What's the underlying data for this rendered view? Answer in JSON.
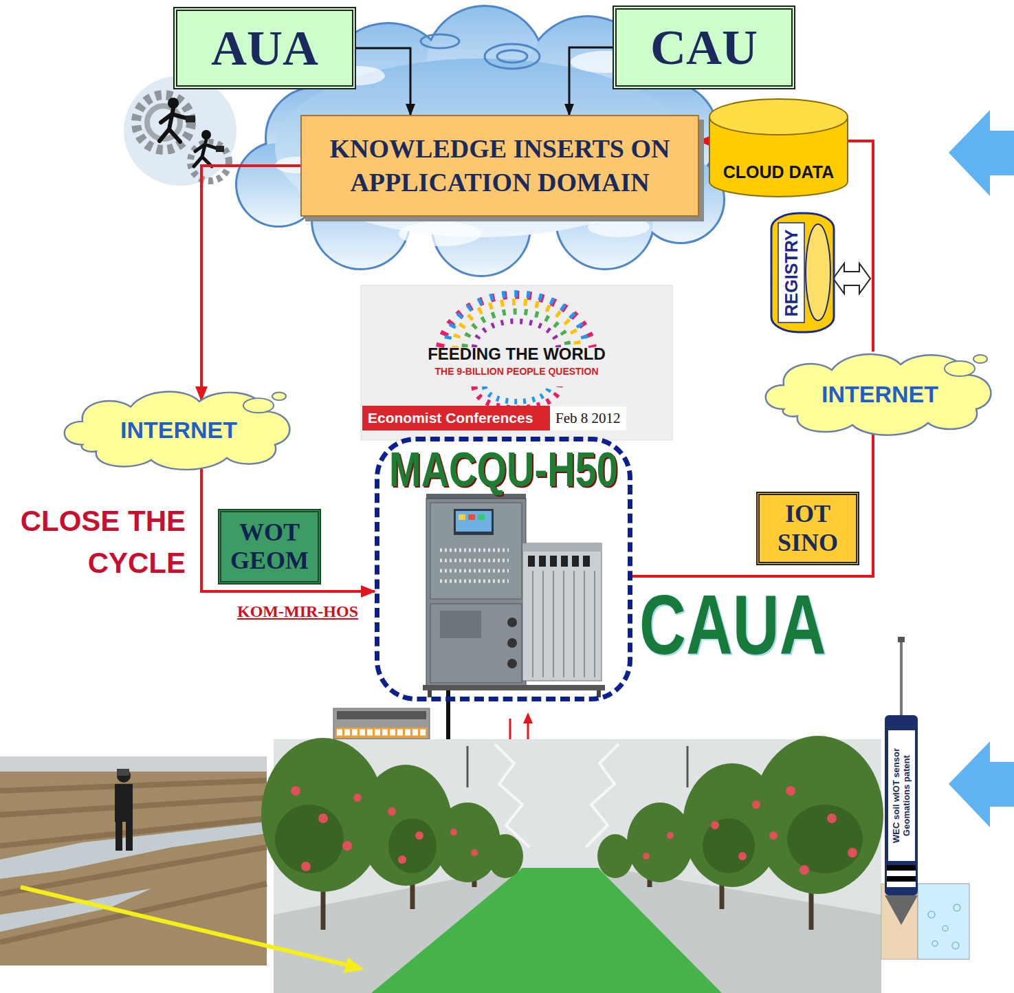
{
  "diagram": {
    "nodes": [
      {
        "text": [
          "AUA"
        ]
      },
      {
        "text": [
          "CAU"
        ]
      },
      {
        "text": [
          "KNOWLEDGE INSERTS ON APPLICATION DOMAIN"
        ]
      },
      {
        "text": [
          "CLOUD DATA"
        ]
      },
      {
        "text": [
          "REGISTRY"
        ]
      },
      {
        "text": [
          "FEEDING THE WORLD",
          "THE 9-BILLION PEOPLE QUESTION",
          "Economist Conferences",
          "Feb 8 2012"
        ]
      },
      {
        "text": [
          "INTERNET"
        ]
      },
      {
        "text": [
          "INTERNET"
        ]
      },
      {
        "text": [
          "MACQU-H50"
        ]
      },
      {
        "text": [
          "IOT SINO"
        ]
      },
      {
        "text": [
          "WOT GEOM"
        ]
      }
    ],
    "edges": [
      {
        "from": 0,
        "to": 2,
        "arrow": "to"
      },
      {
        "from": 1,
        "to": 2,
        "arrow": "to"
      },
      {
        "from": 2,
        "to": 7,
        "arrow": "to"
      },
      {
        "from": 7,
        "to": 8,
        "arrow": "to",
        "label": "KOM-MIR-HOS"
      },
      {
        "from": 8,
        "to": 6,
        "arrow": "none"
      },
      {
        "from": 6,
        "to": 2,
        "arrow": "to"
      }
    ],
    "labels": [
      "CLOSE THE CYCLE",
      "CAUA",
      "WEC soil wIOT sensor Geomations patent"
    ]
  }
}
